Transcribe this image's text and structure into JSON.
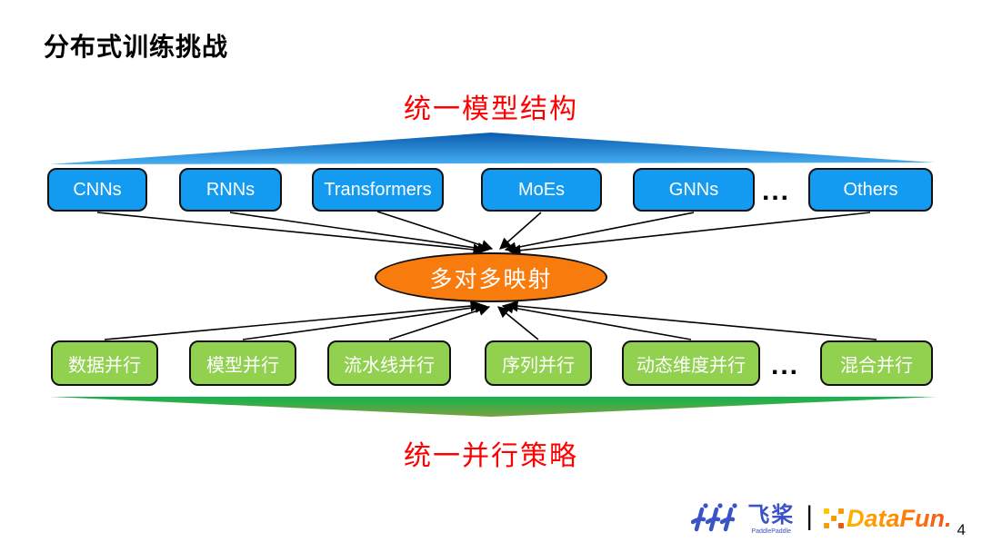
{
  "slide": {
    "title": "分布式训练挑战",
    "top_label": "统一模型结构",
    "bottom_label": "统一并行策略"
  },
  "diagram": {
    "center_node": "多对多映射",
    "model_boxes": [
      "CNNs",
      "RNNs",
      "Transformers",
      "MoEs",
      "GNNs",
      "Others"
    ],
    "model_ellipsis": "...",
    "parallel_boxes": [
      "数据并行",
      "模型并行",
      "流水线并行",
      "序列并行",
      "动态维度并行",
      "混合并行"
    ],
    "parallel_ellipsis": "..."
  },
  "footer": {
    "paddle_name": "飞桨",
    "paddle_subtitle": "PaddlePaddle",
    "separator": "|",
    "datafun_name": "DataFun.",
    "page_number": "4"
  },
  "colors": {
    "model_box_fill": "#129BF0",
    "parallel_box_fill": "#92D050",
    "center_node_fill": "#F87B0E",
    "label_red": "#FF0000",
    "paddle_blue": "#3B53C5",
    "datafun_orange": "#FF8A00",
    "arrow_black": "#000000"
  }
}
